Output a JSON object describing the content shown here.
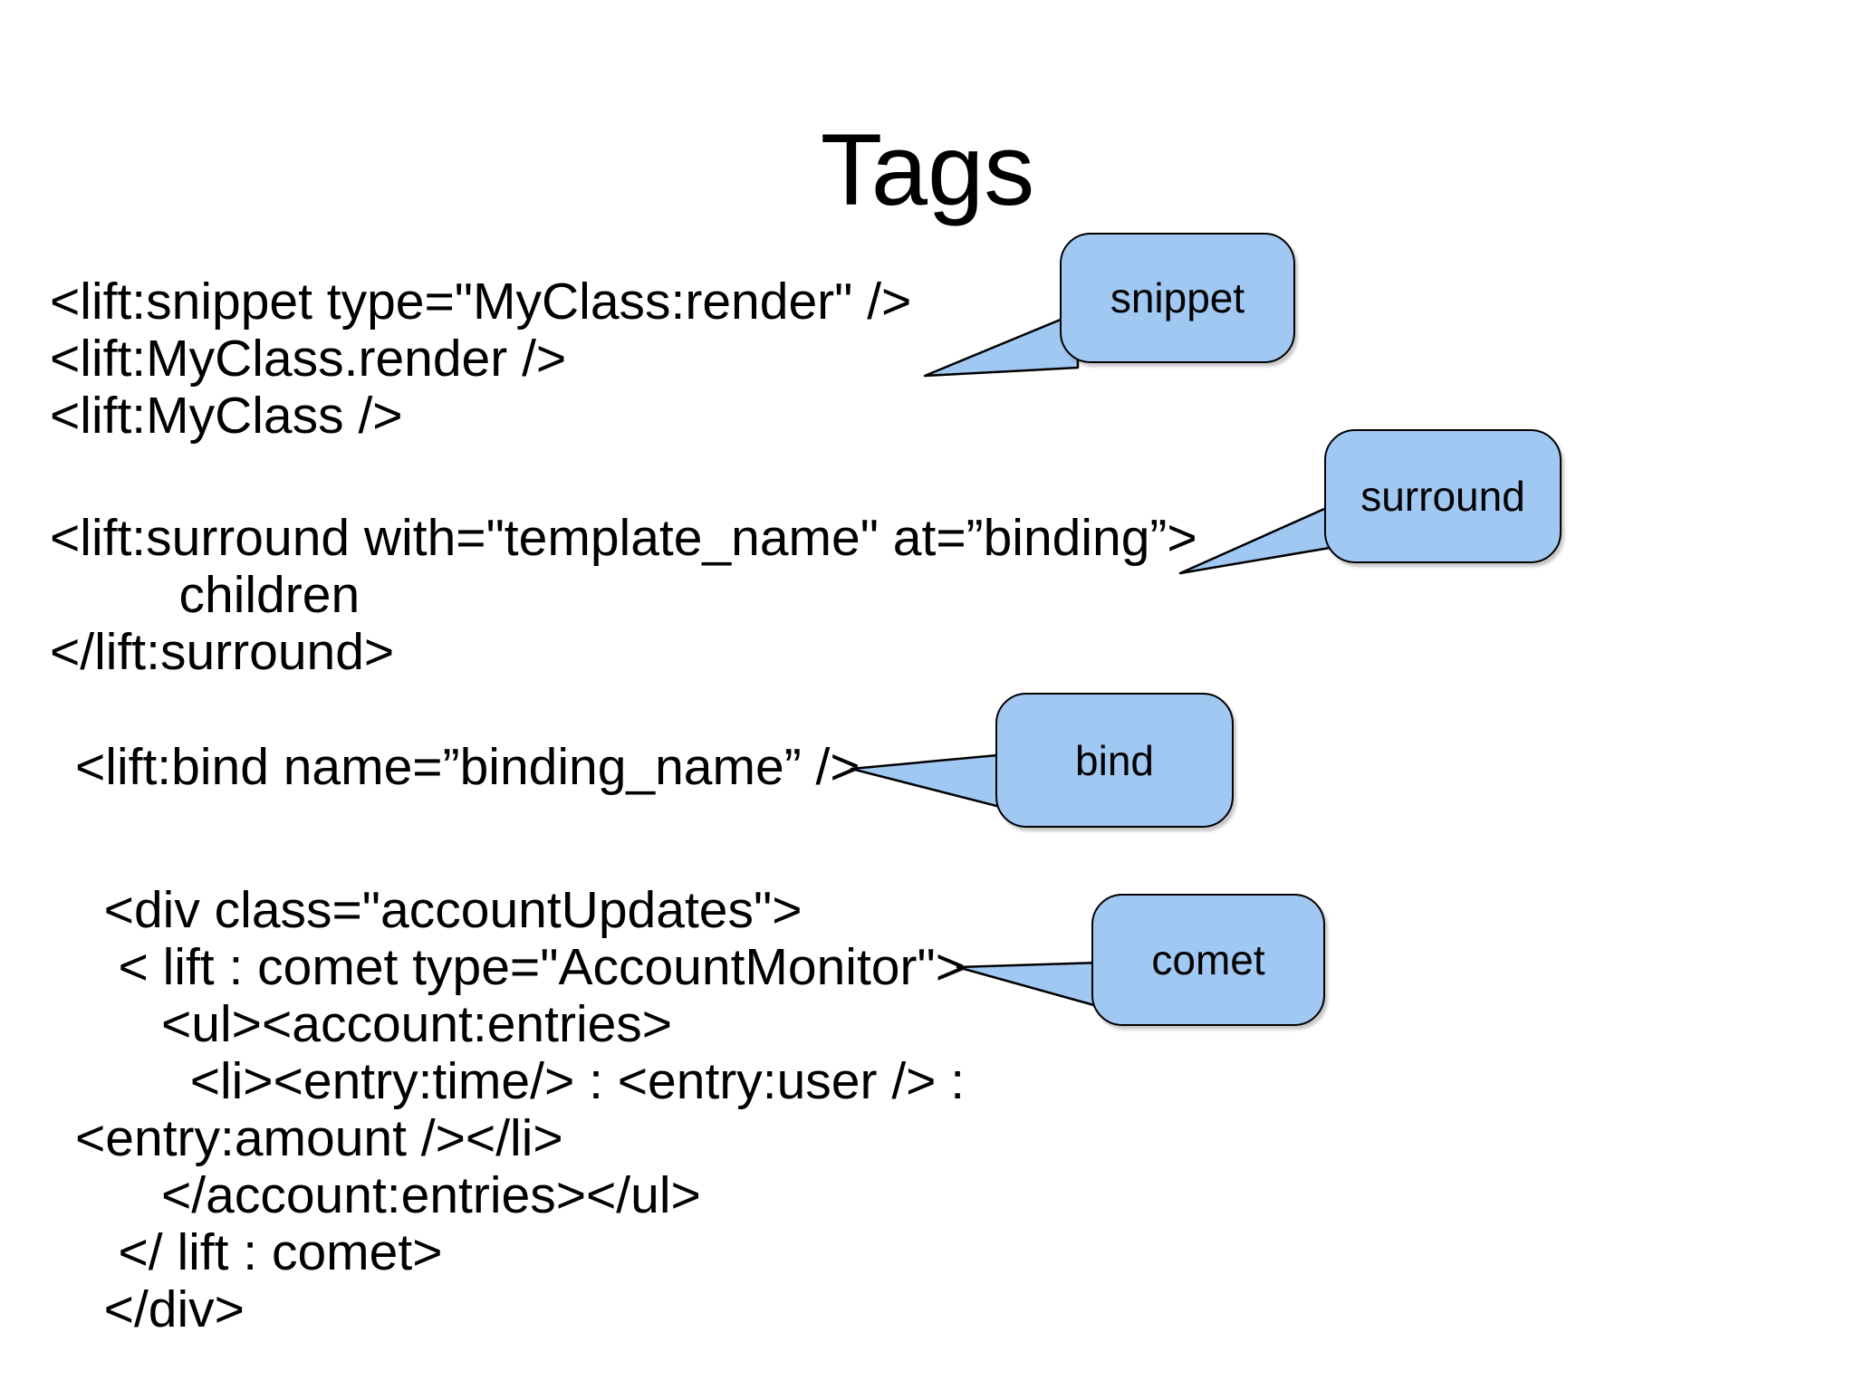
{
  "slide_title": "Tags",
  "colors": {
    "background": "#ffffff",
    "text": "#000000",
    "bubble_fill": "#a0c8f3",
    "bubble_border": "#000000"
  },
  "code_blocks": {
    "snippet": {
      "lines": [
        "<lift:snippet type=\"MyClass:render\" />",
        "<lift:MyClass.render />",
        "<lift:MyClass />"
      ]
    },
    "surround": {
      "lines": [
        "<lift:surround with=\"template_name\" at=”binding”>",
        "         children",
        "</lift:surround>"
      ]
    },
    "bind": {
      "lines": [
        "<lift:bind name=”binding_name” />"
      ]
    },
    "comet": {
      "lines": [
        "  <div class=\"accountUpdates\">",
        "   < lift : comet type=\"AccountMonitor\">",
        "      <ul><account:entries>",
        "        <li><entry:time/> : <entry:user /> :",
        "<entry:amount /></li>",
        "      </account:entries></ul>",
        "   </ lift : comet>",
        "  </div>"
      ]
    }
  },
  "callouts": {
    "snippet": {
      "label": "snippet"
    },
    "surround": {
      "label": "surround"
    },
    "bind": {
      "label": "bind"
    },
    "comet": {
      "label": "comet"
    }
  }
}
